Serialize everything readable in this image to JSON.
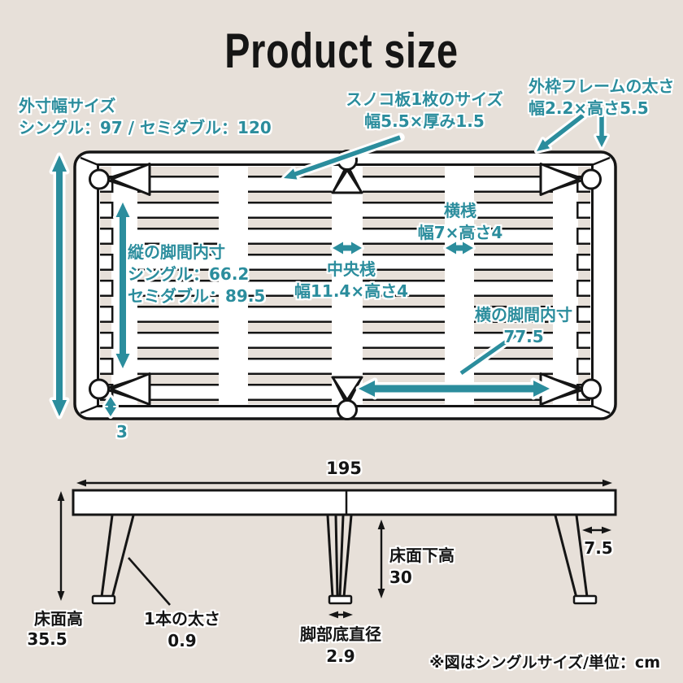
{
  "title": "Product size",
  "top_view": {
    "outer_width": {
      "label": "外寸幅サイズ",
      "value": "シングル：97 / セミダブル：120"
    },
    "slat_board": {
      "label": "スノコ板1枚のサイズ",
      "value": "幅5.5×厚み1.5"
    },
    "outer_frame": {
      "label": "外枠フレームの太さ",
      "value": "幅2.2×高さ5.5"
    },
    "vertical_leg_span": {
      "label": "縦の脚間内寸",
      "value_single": "シングル：66.2",
      "value_semidouble": "セミダブル：89.5"
    },
    "center_rail": {
      "label": "中央桟",
      "value": "幅11.4×高さ4"
    },
    "cross_rail": {
      "label": "横桟",
      "value": "幅7×高さ4"
    },
    "horizontal_leg_span": {
      "label": "横の脚間内寸",
      "value": "77.5"
    },
    "bottom_gap_value": "3"
  },
  "side_view": {
    "total_length": "195",
    "floor_height": {
      "label": "床面高",
      "value": "35.5"
    },
    "leg_thickness": {
      "label": "1本の太さ",
      "value": "0.9"
    },
    "under_floor_height": {
      "label": "床面下高",
      "value": "30"
    },
    "frame_overhang": "7.5",
    "foot_diameter": {
      "label": "脚部底直径",
      "value": "2.9"
    }
  },
  "footnote": "※図はシングルサイズ/単位：cm",
  "colors": {
    "accent": "#2b8d9d",
    "ink": "#151515",
    "background": "#e7e0d9",
    "paper": "#ffffff"
  }
}
